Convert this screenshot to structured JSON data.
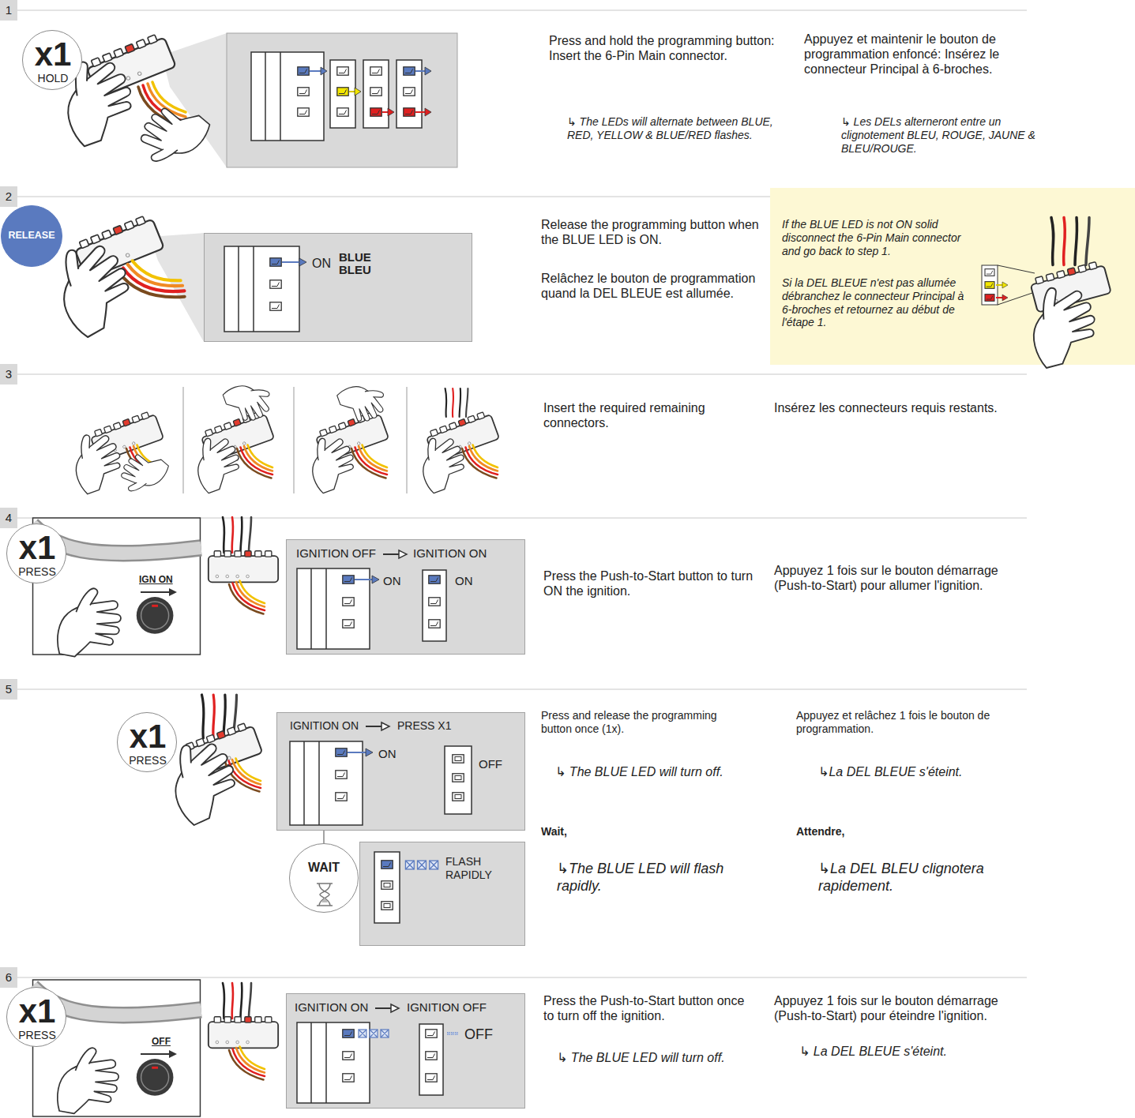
{
  "diagram": {
    "nodes": [
      {
        "text": [
          "1"
        ]
      },
      {
        "text": [
          "x1",
          "HOLD"
        ]
      },
      {
        "text": [
          "2"
        ]
      },
      {
        "text": [
          "RELEASE"
        ]
      },
      {
        "text": [
          "ON",
          "BLUE BLEU"
        ]
      },
      {
        "text": [
          "If the BLUE LED is not ON solid disconnect the 6-Pin Main connector and go back to step 1.",
          "Si la DEL BLEUE n'est pas allumée débranchez le connecteur Principal à 6-broches et retournez au début de l'étape 1."
        ]
      },
      {
        "text": [
          "3"
        ]
      },
      {
        "text": [
          "4"
        ]
      },
      {
        "text": [
          "x1",
          "PRESS"
        ]
      },
      {
        "text": [
          "IGNITION OFF",
          "IGNITION ON",
          "ON",
          "ON"
        ]
      },
      {
        "text": [
          "5"
        ]
      },
      {
        "text": [
          "x1",
          "PRESS"
        ]
      },
      {
        "text": [
          "IGNITION ON",
          "PRESS X1",
          "ON",
          "OFF"
        ]
      },
      {
        "text": [
          "WAIT"
        ]
      },
      {
        "text": [
          "FLASH RAPIDLY"
        ]
      },
      {
        "text": [
          "6"
        ]
      },
      {
        "text": [
          "x1",
          "PRESS"
        ]
      },
      {
        "text": [
          "IGNITION ON",
          "IGNITION OFF",
          "OFF"
        ]
      }
    ],
    "edges": [
      {
        "from": 12,
        "to": 13,
        "arrow": "none"
      }
    ],
    "labels": [
      "Press and hold the programming button: Insert the 6-Pin Main connector.",
      "↳ The LEDs will alternate between BLUE, RED, YELLOW & BLUE/RED flashes.",
      "Appuyez et maintenir le bouton de programmation enfoncé: Insérez le connecteur Principal à 6-broches.",
      "↳ Les DELs alterneront entre un clignotement BLEU, ROUGE, JAUNE & BLEU/ROUGE.",
      "Release the programming button when the BLUE LED is ON.",
      "Relâchez le bouton de programmation quand la DEL BLEUE est allumée.",
      "Insert the required remaining connectors.",
      "Insérez les connecteurs requis restants.",
      "IGN ON",
      "Press the Push-to-Start button to turn ON the ignition.",
      "Appuyez 1 fois sur le bouton démarrage (Push-to-Start) pour allumer l'ignition.",
      "Press and release the programming button once (1x).",
      "↳ The BLUE LED will turn off.",
      "Wait,",
      "↳The BLUE LED will flash rapidly.",
      "Appuyez et relâchez 1 fois le bouton de programmation.",
      "↳La DEL BLEUE s'éteint.",
      "Attendre,",
      "↳La DEL BLEU clignotera rapidement.",
      "OFF",
      "Press the Push-to-Start button once to turn off the ignition.",
      "↳ The BLUE LED will turn off.",
      "Appuyez 1 fois sur le bouton démarrage (Push-to-Start) pour éteindre l'ignition.",
      "↳ La DEL BLEUE s'éteint."
    ]
  }
}
